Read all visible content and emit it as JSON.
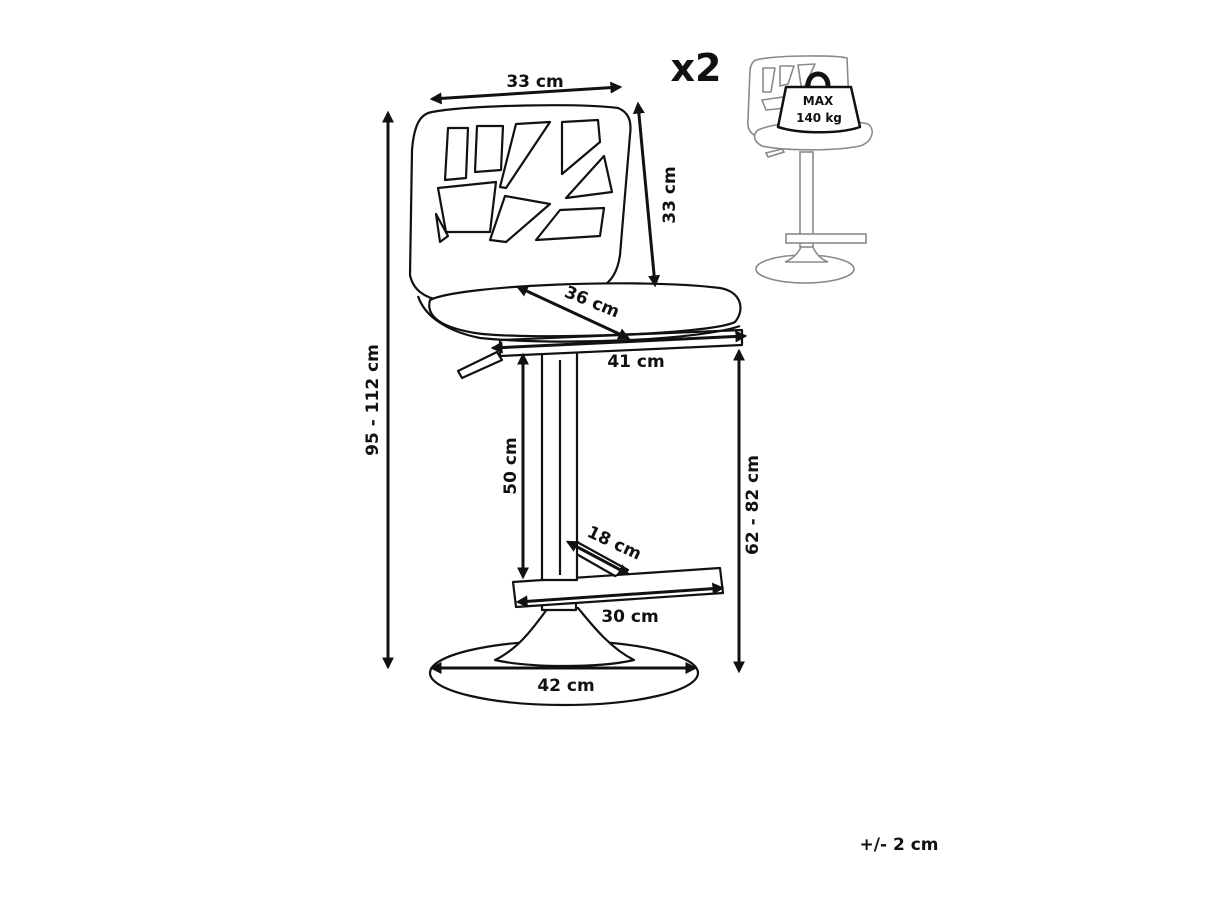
{
  "quantity_label": "x2",
  "tolerance_label": "+/- 2 cm",
  "max_load": {
    "line1": "MAX",
    "line2": "140 kg"
  },
  "dimensions": {
    "backrest_width": "33 cm",
    "backrest_height": "33 cm",
    "seat_depth": "36 cm",
    "seat_width": "41 cm",
    "total_height": "95 - 112 cm",
    "seat_height": "62 - 82 cm",
    "column_height": "50 cm",
    "footrest_depth": "18 cm",
    "footrest_width": "30 cm",
    "base_diameter": "42 cm"
  }
}
